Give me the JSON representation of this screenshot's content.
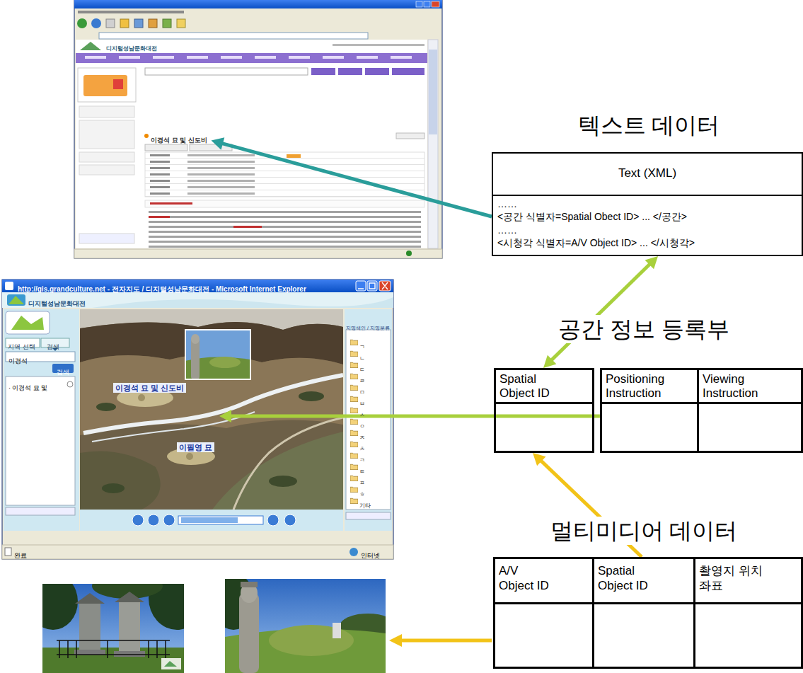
{
  "diagram": {
    "nodes": [
      {
        "text": [
          "디지털성남문화대전",
          "이경석 묘 및 신도비"
        ]
      },
      {
        "text": [
          "텍스트 데이터",
          "Text (XML)",
          "……",
          "<공간 식별자=Spatial Obect ID> ... </공간>",
          "……",
          "<시청각 식별자=A/V Object ID> ... </시청각>"
        ]
      },
      {
        "text": [
          "http://gis.grandculture.net - 전자지도 / 디지털성남문화대전 - Microsoft Internet Explorer"
        ]
      },
      {
        "text": [
          "Spatial Object ID"
        ]
      },
      {
        "text": [
          "Positioning Instruction",
          "Viewing Instruction"
        ]
      },
      {
        "text": [
          "멀티미디어 데이터",
          "A/V Object ID",
          "Spatial Object ID",
          "촬영지 위치 좌표"
        ]
      }
    ],
    "edges": [
      {
        "from": 1,
        "to": 0,
        "arrow": "to"
      },
      {
        "from": 1,
        "to": 3,
        "arrow": "both"
      },
      {
        "from": 4,
        "to": 2,
        "arrow": "to"
      },
      {
        "from": 5,
        "to": 3,
        "arrow": "to"
      }
    ],
    "labels": [
      "공간 정보 등록부",
      "디지털성남문화대전",
      "지역 선택",
      "검색",
      "이경석",
      "검색",
      "· 이경석 묘 및",
      "이경석 묘 및 신도비",
      "이필영 묘",
      "지명색인 / 지명분류",
      "ㄱ",
      "ㄴ",
      "ㄷ",
      "ㄹ",
      "ㅁ",
      "ㅂ",
      "ㅅ",
      "ㅇ",
      "ㅈ",
      "ㅊ",
      "ㅋ",
      "ㅌ",
      "ㅍ",
      "ㅎ",
      "기타",
      "완료",
      "인터넷"
    ]
  }
}
